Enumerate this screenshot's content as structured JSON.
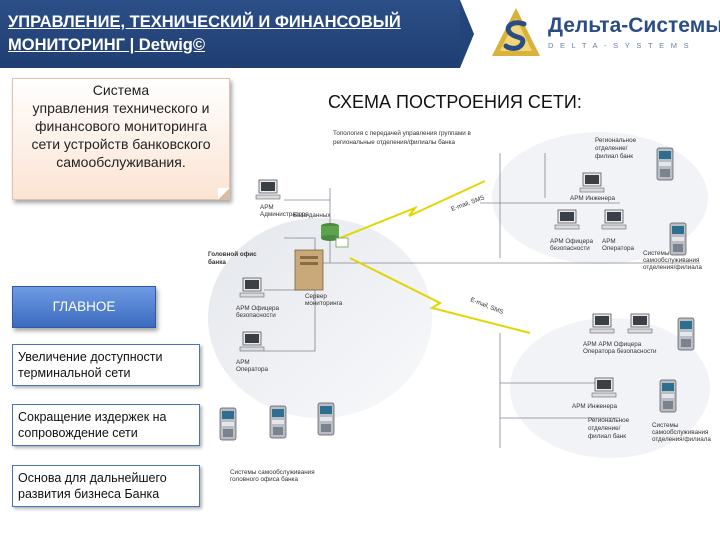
{
  "header": {
    "title_line1": "УПРАВЛЕНИЕ, ТЕХНИЧЕСКИЙ И ФИНАНСОВЫЙ",
    "title_line2": "МОНИТОРИНГ  | Detwig©",
    "band_color": "#234478",
    "logo_name": "Дельта-Системы",
    "logo_sub": "DELTA-SYSTEMS"
  },
  "description": {
    "lines": [
      "Система",
      "управления технического и",
      "финансового мониторинга",
      "сети устройств банковского",
      "самообслуживания."
    ]
  },
  "main_button": {
    "label": "ГЛАВНОЕ"
  },
  "benefits": [
    {
      "line1": "Увеличение доступности",
      "line2": "терминальной сети"
    },
    {
      "line1": "Сокращение издержек на",
      "line2": "сопровождение сети"
    },
    {
      "line1": "Основа для дальнейшего",
      "line2": "развития бизнеса Банка"
    }
  ],
  "scheme_title": "СХЕМА ПОСТРОЕНИЯ СЕТИ:",
  "diagram": {
    "topology_lines": [
      "Топология с передачей управления группами в",
      "региональные отделения/филиалы банка"
    ],
    "regional_label_top": [
      "Региональное",
      "отделение/",
      "филиал банк"
    ],
    "regional_label_bottom": [
      "Региональное",
      "отделение/",
      "филиал банк"
    ],
    "head_office": [
      "Головной офис",
      "банка"
    ],
    "database": "База данных",
    "server": [
      "Сервер",
      "мониторинга"
    ],
    "arm_admin": [
      "АРМ",
      "Администратора"
    ],
    "arm_security": [
      "АРМ Офицера",
      "безопасности"
    ],
    "arm_operator": [
      "АРМ",
      "Оператора"
    ],
    "arm_engineer_top": "АРМ Инженера",
    "arm_security_top": [
      "АРМ Офицера",
      "безопасности"
    ],
    "arm_operator_top": [
      "АРМ",
      "Оператора"
    ],
    "ss_systems_top": [
      "Системы",
      "самообслуживания",
      "отделения/филиала"
    ],
    "arm_pair_bottom": [
      "АРМ        АРМ Офицера",
      "Оператора безопасности"
    ],
    "arm_engineer_bottom": "АРМ Инженера",
    "ss_systems_bottom": [
      "Системы",
      "самообслуживания",
      "отделения/филиала"
    ],
    "ss_head_office": [
      "Системы самообслуживания",
      "головного офиса банка"
    ],
    "link_label": "E-mail, SMS"
  }
}
